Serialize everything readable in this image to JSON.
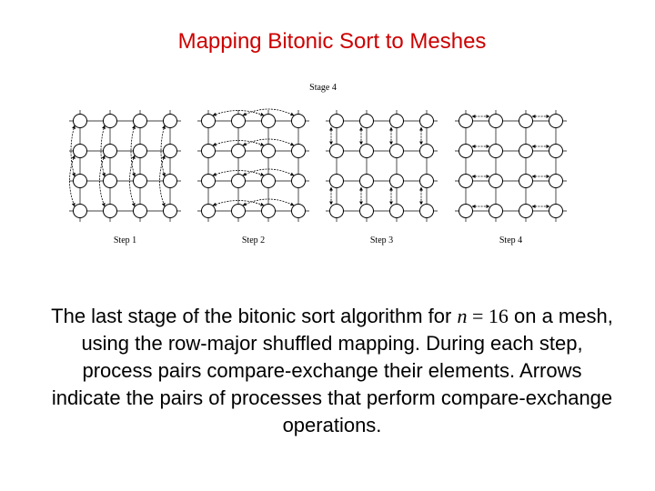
{
  "title": "Mapping Bitonic Sort to Meshes",
  "figure": {
    "stage_label": "Stage 4",
    "steps": [
      {
        "label": "Step 1",
        "direction": "vertical",
        "span": 2
      },
      {
        "label": "Step 2",
        "direction": "horizontal",
        "span": 2
      },
      {
        "label": "Step 3",
        "direction": "vertical",
        "span": 1
      },
      {
        "label": "Step 4",
        "direction": "horizontal",
        "span": 1
      }
    ],
    "grid": {
      "rows": 4,
      "cols": 4
    },
    "colors": {
      "nodes": "#000000",
      "title": "#cc0000"
    }
  },
  "caption": {
    "before": "The last stage of the bitonic sort algorithm for ",
    "math_var": "n",
    "math_eq": " = 16",
    "after": "  on a mesh, using the row-major shuffled mapping. During each step, process pairs compare-exchange their elements. Arrows indicate the pairs of processes that perform compare-exchange operations."
  }
}
